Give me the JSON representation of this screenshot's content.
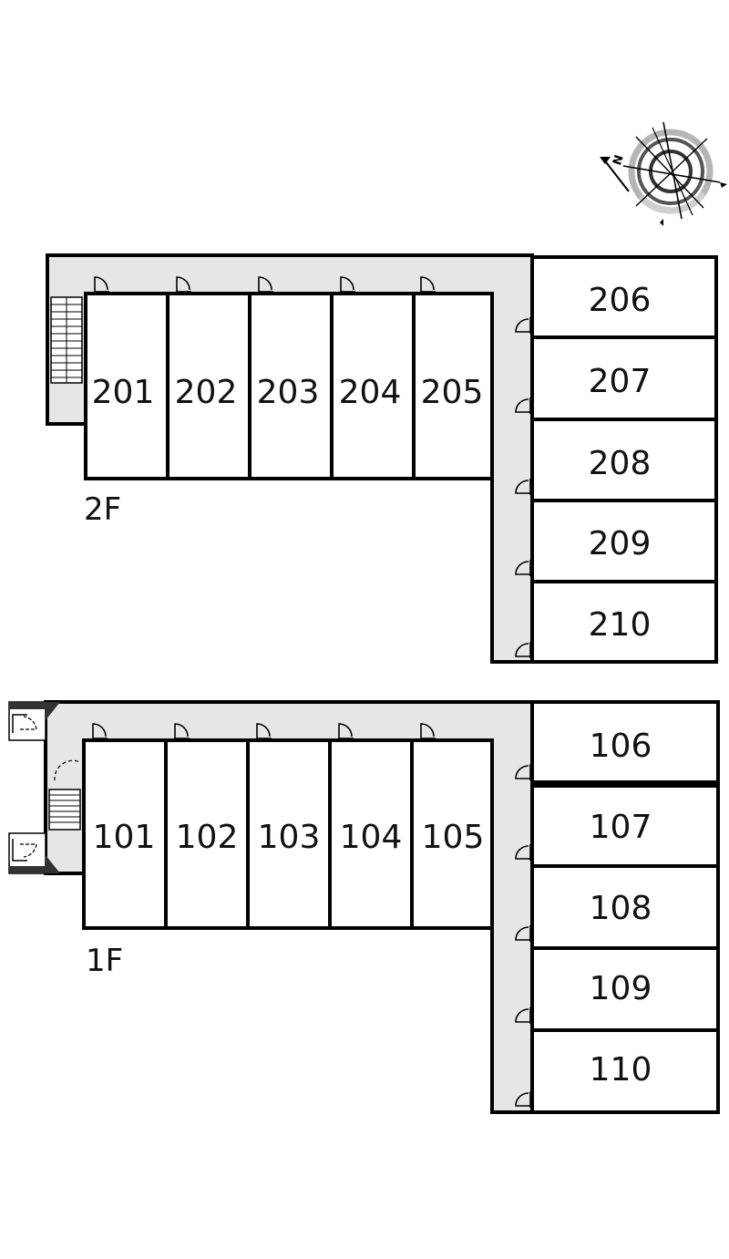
{
  "compass": {
    "north_label": "N",
    "icon": "compass-icon"
  },
  "floors": [
    {
      "id": "2f",
      "label": "2F",
      "row_units": [
        "201",
        "202",
        "203",
        "204",
        "205"
      ],
      "column_units": [
        "206",
        "207",
        "208",
        "209",
        "210"
      ]
    },
    {
      "id": "1f",
      "label": "1F",
      "row_units": [
        "101",
        "102",
        "103",
        "104",
        "105"
      ],
      "column_units": [
        "106",
        "107",
        "108",
        "109",
        "110"
      ]
    }
  ],
  "colors": {
    "wall": "#000000",
    "corridor": "#e6e6e6",
    "room": "#ffffff",
    "compass_ring": "#b5b5b5"
  }
}
